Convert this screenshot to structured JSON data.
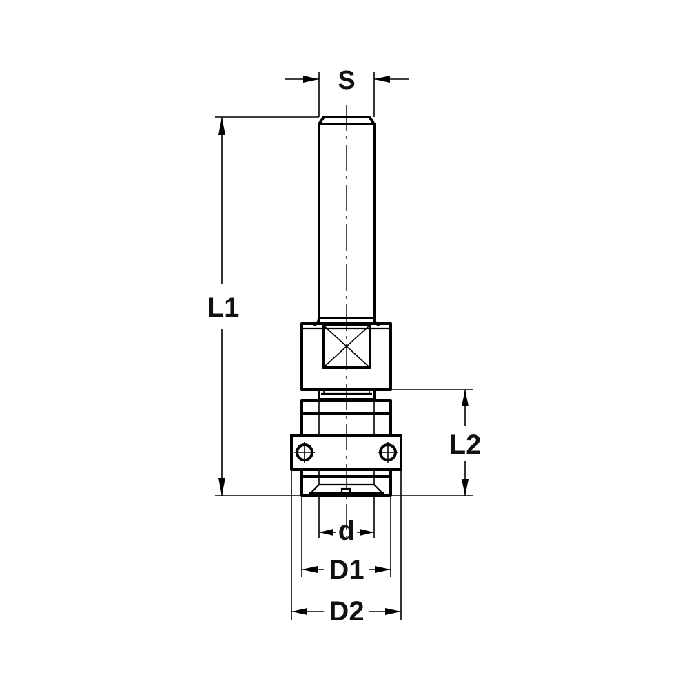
{
  "diagram": {
    "type": "technical-drawing",
    "subject": "shank tool holder / router bit adapter side view",
    "colors": {
      "line": "#000000",
      "background": "#ffffff"
    },
    "dimensions": {
      "S": {
        "label": "S",
        "meaning": "shank diameter"
      },
      "L1": {
        "label": "L1",
        "meaning": "overall length"
      },
      "L2": {
        "label": "L2",
        "meaning": "head length"
      },
      "d": {
        "label": "d",
        "meaning": "bore diameter"
      },
      "D1": {
        "label": "D1",
        "meaning": "body diameter"
      },
      "D2": {
        "label": "D2",
        "meaning": "collar diameter"
      }
    }
  }
}
